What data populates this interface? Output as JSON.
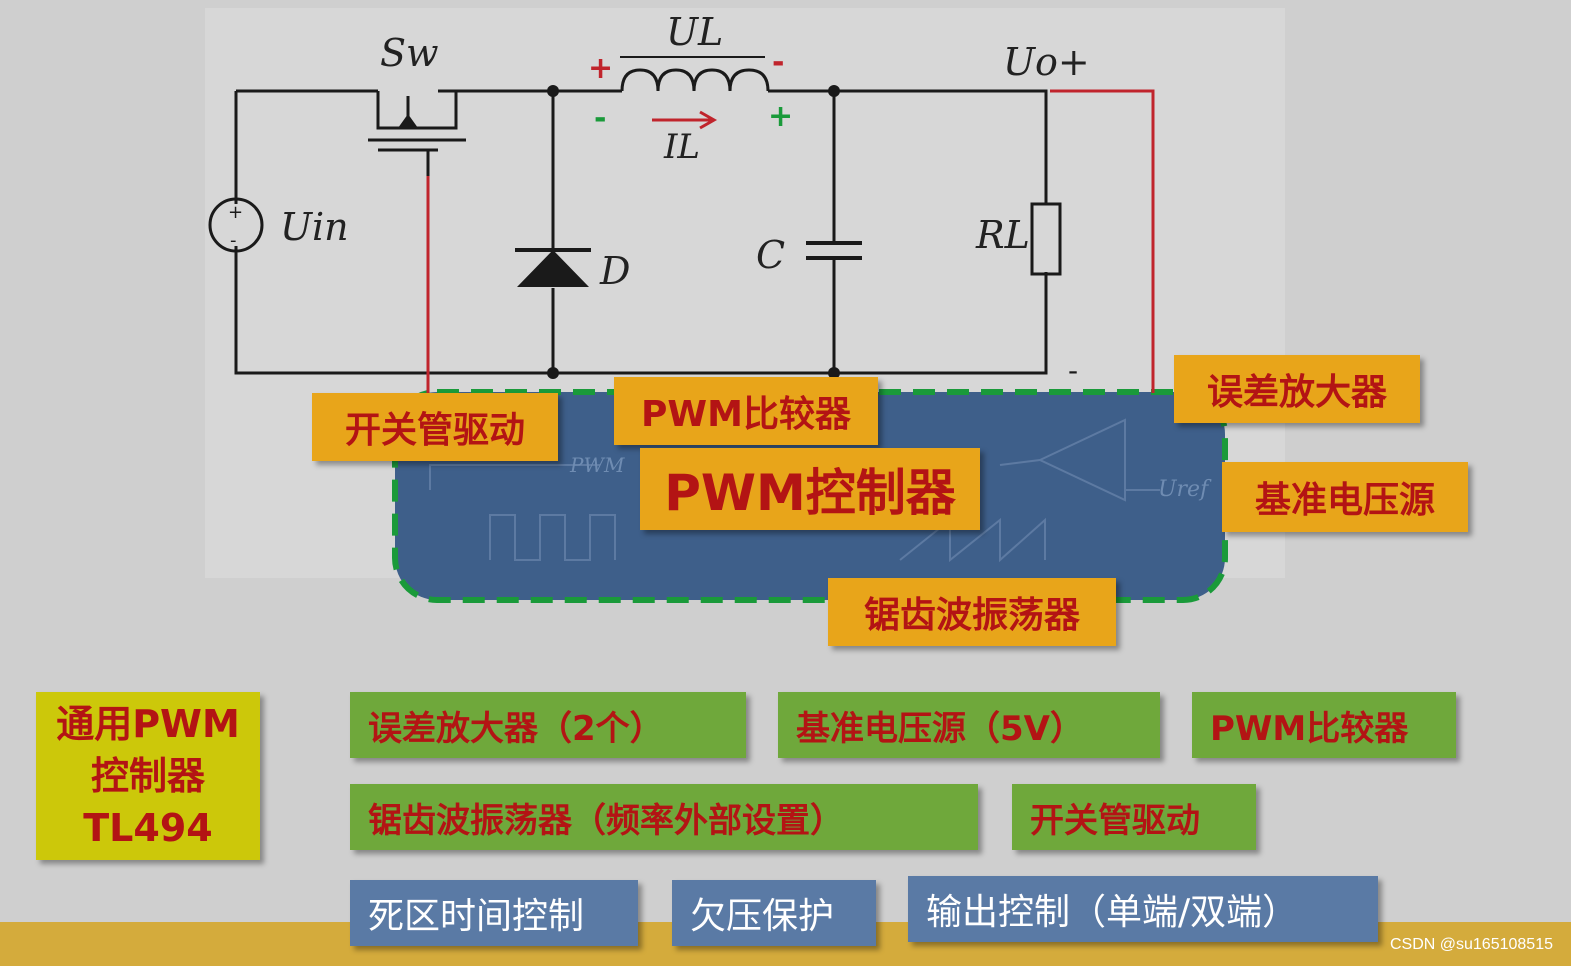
{
  "circuit": {
    "labels": {
      "sw": "Sw",
      "ul": "UL",
      "il": "IL",
      "uin": "Uin",
      "d": "D",
      "c": "C",
      "rl": "RL",
      "uo": "Uo+",
      "plus_top": "+",
      "minus_top": "-",
      "minus_under": "-",
      "plus_under": "+",
      "minus_out": "-",
      "uref": "Uref",
      "pwm_ghost": "PWM"
    },
    "colors": {
      "wire": "#1a1a1a",
      "feedback": "#c0242c",
      "controller_fill": "#3e5f8a",
      "controller_border": "#1a9a3a"
    }
  },
  "callouts": {
    "switch_driver": "开关管驱动",
    "pwm_comparator": "PWM比较器",
    "pwm_controller": "PWM控制器",
    "error_amp": "误差放大器",
    "reference": "基准电压源",
    "sawtooth": "锯齿波振荡器"
  },
  "tl494": {
    "line1": "通用PWM",
    "line2": "控制器",
    "line3": "TL494"
  },
  "features": {
    "error_amp": "误差放大器（2个）",
    "reference": "基准电压源（5V）",
    "pwm_comparator": "PWM比较器",
    "oscillator": "锯齿波振荡器（频率外部设置）",
    "driver": "开关管驱动",
    "dead_time": "死区时间控制",
    "uvlo": "欠压保护",
    "output_ctrl": "输出控制（单端/双端）"
  },
  "watermark": "CSDN @su165108515"
}
